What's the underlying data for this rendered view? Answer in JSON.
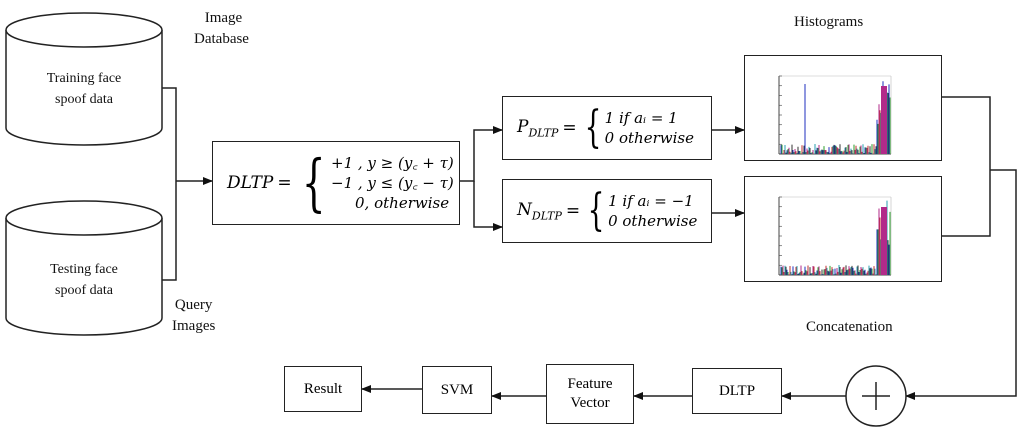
{
  "labels": {
    "image_database": [
      "Image",
      "Database"
    ],
    "query_images": [
      "Query",
      "Images"
    ],
    "histograms": "Histograms",
    "concatenation": "Concatenation"
  },
  "databases": {
    "training": [
      "Training face",
      "spoof data"
    ],
    "testing": [
      "Testing face",
      "spoof data"
    ]
  },
  "dltp_formula": {
    "lhs": "DLTP",
    "cases": [
      "+1 , y ≥ (y꜀ + τ)",
      "−1 , y ≤ (y꜀ − τ)",
      "0, otherwise"
    ]
  },
  "p_formula": {
    "lhs": "P",
    "sub": "DLTP",
    "cases": [
      "1 if aᵢ = 1",
      "0 otherwise"
    ]
  },
  "n_formula": {
    "lhs": "N",
    "sub": "DLTP",
    "cases": [
      "1 if aᵢ = −1",
      "0 otherwise"
    ]
  },
  "pipeline": {
    "dltp": "DLTP",
    "feature_vector": [
      "Feature",
      "Vector"
    ],
    "svm": "SVM",
    "result": "Result"
  },
  "colors": {
    "line": "#222222",
    "hist_bars": [
      "#1f2fbf",
      "#2a9d2a",
      "#b22a8a",
      "#c0302f",
      "#2a9fb0",
      "#333333"
    ]
  }
}
